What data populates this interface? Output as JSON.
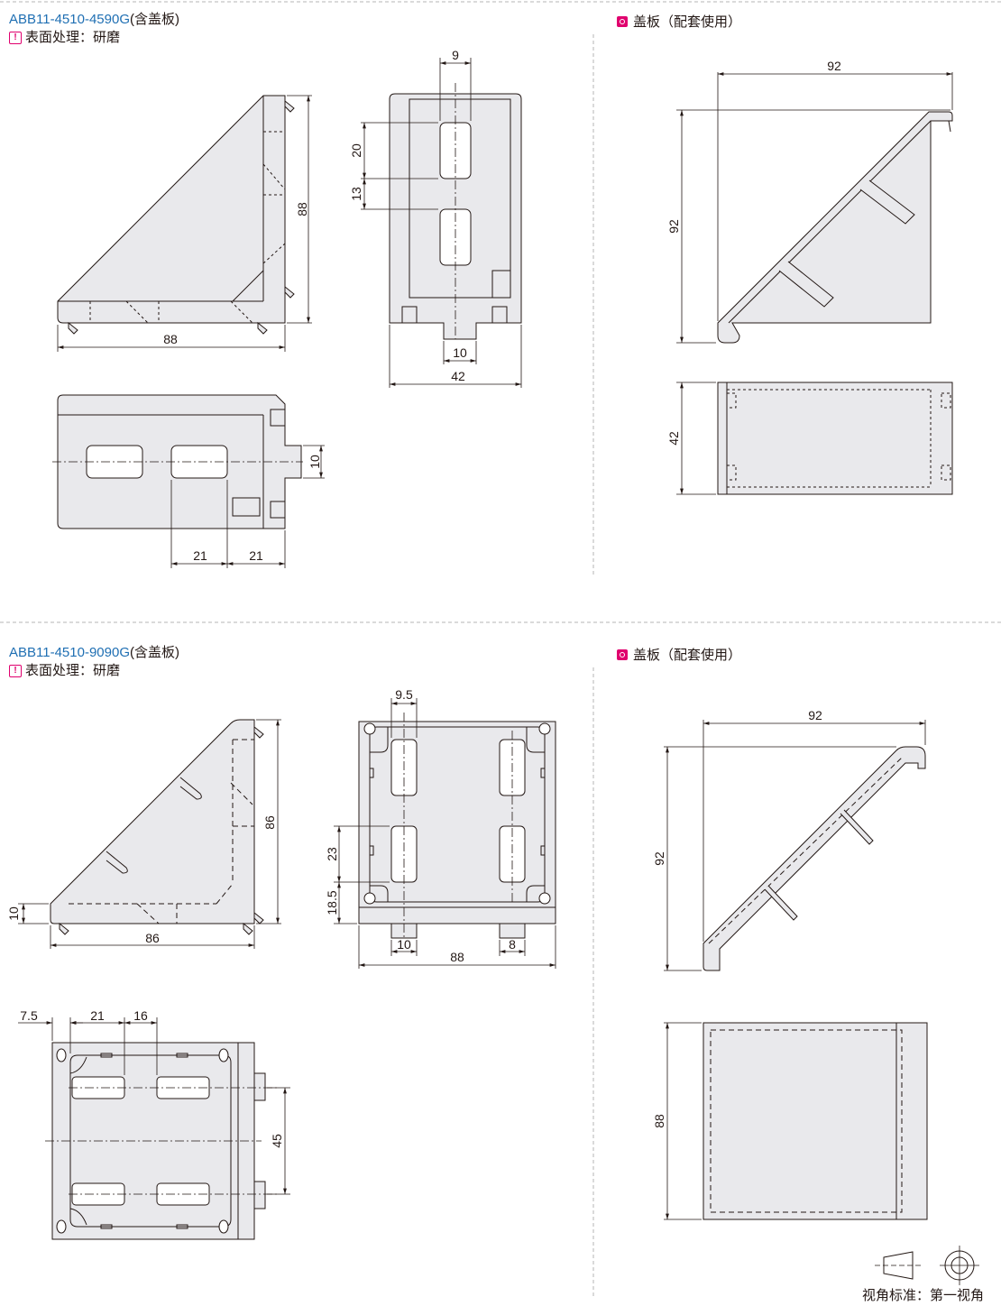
{
  "sections": [
    {
      "model": "ABB11-4510-4590G",
      "suffix": "(含盖板)",
      "surface": "表面处理：研磨",
      "cover_title": "盖板（配套使用）",
      "dims": {
        "side_width": "88",
        "side_height": "88",
        "front_slot": "9",
        "front_d1": "20",
        "front_d2": "13",
        "front_tab": "10",
        "front_width": "42",
        "top_tab": "10",
        "top_d1": "21",
        "top_d2": "21",
        "cover_width": "92",
        "cover_height": "92",
        "cover_depth": "42"
      }
    },
    {
      "model": "ABB11-4510-9090G",
      "suffix": "(含盖板)",
      "surface": "表面处理：研磨",
      "cover_title": "盖板（配套使用）",
      "dims": {
        "side_edge": "10",
        "side_width": "86",
        "side_height": "86",
        "front_slot": "9.5",
        "front_d1": "23",
        "front_d2": "18.5",
        "front_tab": "10",
        "front_tab2": "8",
        "front_width": "88",
        "top_d0": "7.5",
        "top_d1": "21",
        "top_d2": "16",
        "top_d3": "45",
        "cover_width": "92",
        "cover_height": "92",
        "cover_depth": "88"
      }
    }
  ],
  "footer": {
    "label": "视角标准：第一视角"
  },
  "colors": {
    "accent": "#e0006e",
    "model_blue": "#1f6fb3",
    "part_fill": "#e9e9ec",
    "line": "#231815"
  },
  "icons": [
    "warning-icon",
    "cover-icon",
    "first-angle-projection-icon"
  ]
}
